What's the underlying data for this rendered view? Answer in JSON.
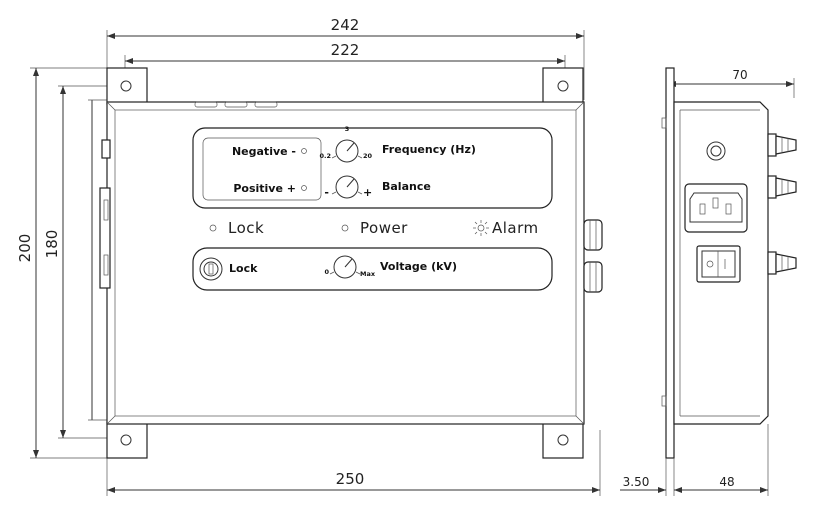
{
  "dimensions": {
    "width_top": "242",
    "width_inner": "222",
    "height_outer": "200",
    "height_inner": "180",
    "width_bottom": "250",
    "side_depth_top": "70",
    "side_flange": "3.50",
    "side_depth_bottom": "48"
  },
  "panel": {
    "negative_label": "Negative -",
    "positive_label": "Positive +",
    "frequency_label": "Frequency (Hz)",
    "frequency_min": "0.2",
    "frequency_mid": "3",
    "frequency_max": "20",
    "balance_label": "Balance",
    "balance_minus": "-",
    "balance_plus": "+",
    "lock_indicator_label": "Lock",
    "power_indicator_label": "Power",
    "alarm_indicator_label": "Alarm",
    "key_lock_label": "Lock",
    "voltage_label": "Voltage (kV)",
    "voltage_min": "0",
    "voltage_max": "Max"
  },
  "icons": {
    "alarm": "sun-icon"
  },
  "colors": {
    "line": "#333333",
    "background": "#ffffff"
  }
}
